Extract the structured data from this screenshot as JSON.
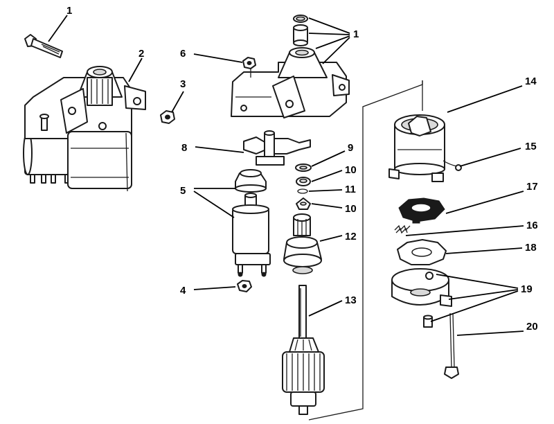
{
  "header_fragment": "",
  "callouts": [
    {
      "id": "c1a",
      "text": "1"
    },
    {
      "id": "c1b",
      "text": "1"
    },
    {
      "id": "c2",
      "text": "2"
    },
    {
      "id": "c3",
      "text": "3"
    },
    {
      "id": "c4",
      "text": "4"
    },
    {
      "id": "c5",
      "text": "5"
    },
    {
      "id": "c6",
      "text": "6"
    },
    {
      "id": "c8",
      "text": "8"
    },
    {
      "id": "c9",
      "text": "9"
    },
    {
      "id": "c10a",
      "text": "10"
    },
    {
      "id": "c10b",
      "text": "10"
    },
    {
      "id": "c11",
      "text": "11"
    },
    {
      "id": "c12",
      "text": "12"
    },
    {
      "id": "c13",
      "text": "13"
    },
    {
      "id": "c14",
      "text": "14"
    },
    {
      "id": "c15",
      "text": "15"
    },
    {
      "id": "c16",
      "text": "16"
    },
    {
      "id": "c17",
      "text": "17"
    },
    {
      "id": "c18",
      "text": "18"
    },
    {
      "id": "c19",
      "text": "19"
    },
    {
      "id": "c20",
      "text": "20"
    }
  ]
}
